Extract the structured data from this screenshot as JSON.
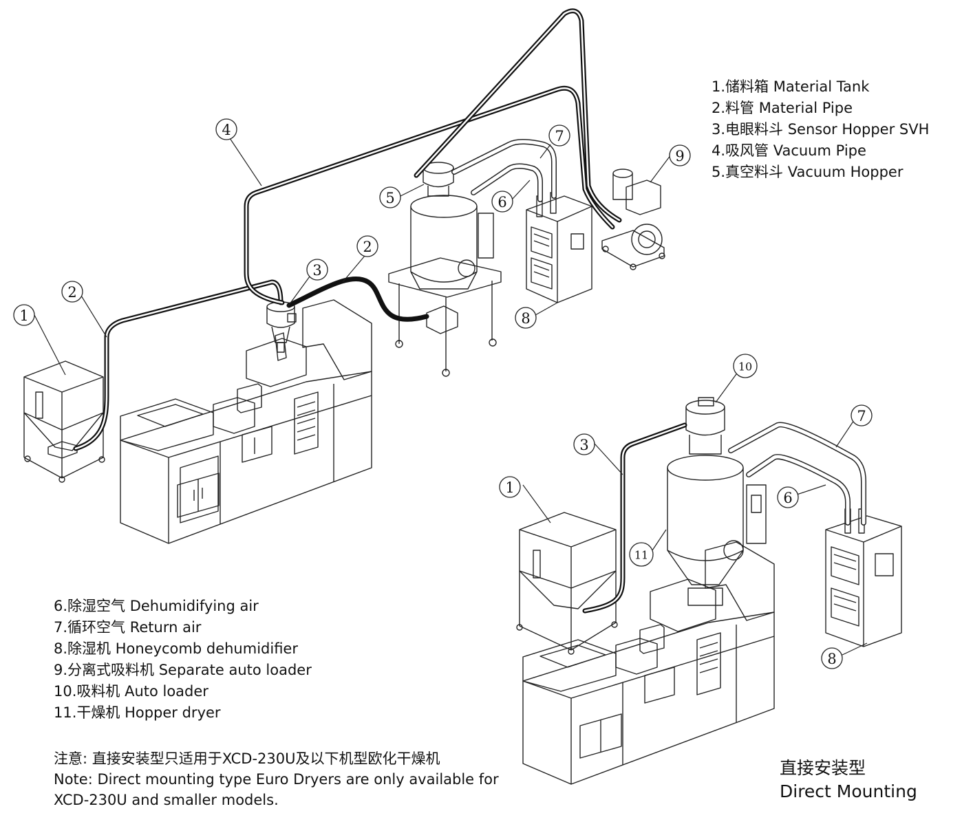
{
  "legend_top": [
    "1.储料箱 Material Tank",
    "2.料管 Material Pipe",
    "3.电眼料斗 Sensor Hopper SVH",
    "4.吸风管  Vacuum Pipe",
    "5.真空料斗 Vacuum Hopper"
  ],
  "legend_bottom": [
    "6.除湿空气 Dehumidifying air",
    "7.循环空气 Return air",
    "8.除湿机 Honeycomb dehumidifier",
    "9.分离式吸料机 Separate auto loader",
    "10.吸料机 Auto loader",
    "11.干燥机 Hopper dryer"
  ],
  "note": [
    "注意: 直接安装型只适用于XCD-230U及以下机型欧化干燥机",
    "Note: Direct mounting type Euro Dryers are only available for",
    "XCD-230U and smaller models."
  ],
  "direct_mounting": {
    "cn": "直接安装型",
    "en": "Direct Mounting"
  },
  "callouts": [
    "1",
    "2",
    "3",
    "4",
    "5",
    "6",
    "7",
    "8",
    "9",
    "10",
    "11"
  ]
}
